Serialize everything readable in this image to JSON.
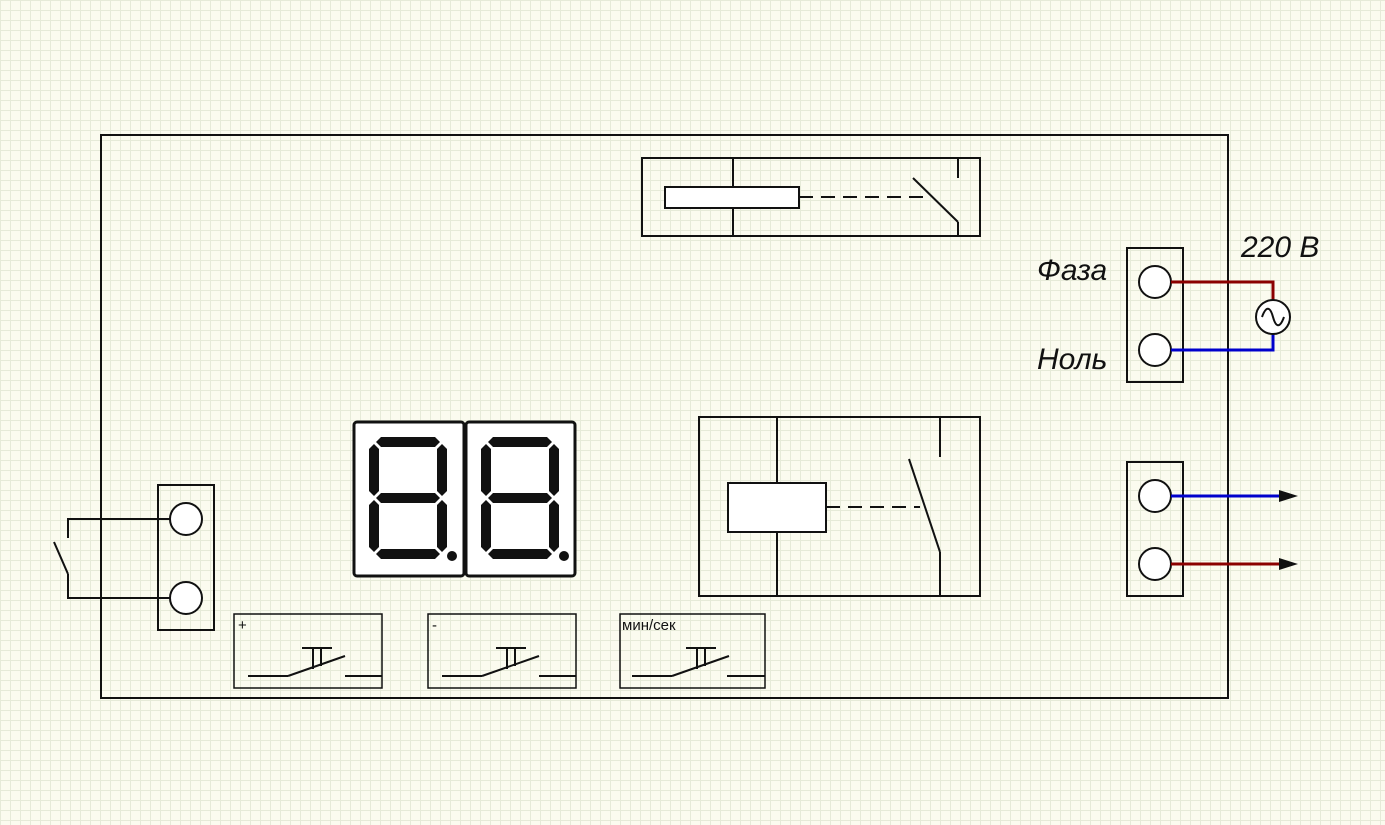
{
  "power": {
    "voltage_label": "220 В",
    "phase_label": "Фаза",
    "neutral_label": "Ноль"
  },
  "buttons": [
    {
      "label": "+"
    },
    {
      "label": "-"
    },
    {
      "label": "мин/сек"
    }
  ],
  "display": {
    "digits": 2,
    "lit_segments": "all",
    "decimal_points": true
  },
  "colors": {
    "phase_wire": "#8b0000",
    "neutral_wire": "#0000cc",
    "line": "#111111",
    "background": "#fbfbef"
  }
}
